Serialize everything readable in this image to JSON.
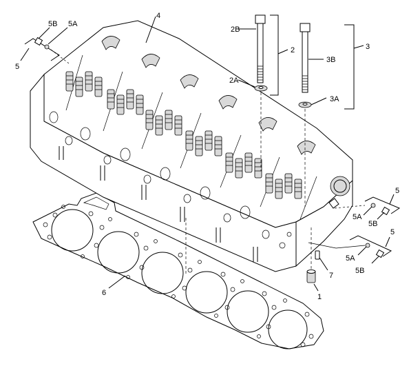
{
  "diagram": {
    "callouts": {
      "c1": "1",
      "c2": "2",
      "c2A": "2A",
      "c2B": "2B",
      "c3": "3",
      "c3A": "3A",
      "c3B": "3B",
      "c4": "4",
      "c5_top": "5",
      "c5A_top": "5A",
      "c5B_top": "5B",
      "c5_right1": "5",
      "c5A_right1": "5A",
      "c5B_right1": "5B",
      "c5_right2": "5",
      "c5A_right2": "5A",
      "c5B_right2": "5B",
      "c6": "6",
      "c7": "7"
    },
    "colors": {
      "line": "#000000",
      "fill": "#ffffff",
      "shade": "#d9d9d9"
    }
  }
}
